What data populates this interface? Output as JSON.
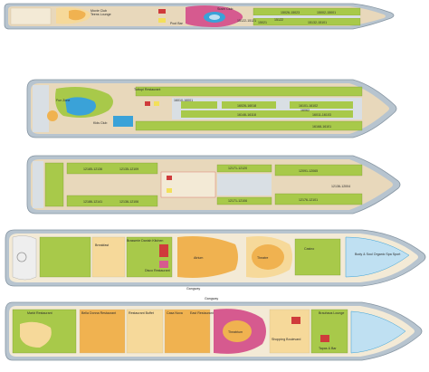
{
  "colors": {
    "hull": "#b7c4cf",
    "hull_dark": "#8796a3",
    "deck_wood": "#e8d8bb",
    "cabin_green": "#a8c94a",
    "cabin_green_dark": "#7fa832",
    "cabin_lines": "#6d8f2a",
    "corridor": "#d9dfe4",
    "pink": "#d65a8f",
    "orange": "#f0b250",
    "light_orange": "#f6d99a",
    "blue_pool": "#3aa2d8",
    "light_blue": "#bfe0f2",
    "red": "#cf3b3b",
    "yellow": "#f3e05a",
    "brown": "#9b6b45"
  },
  "decks": [
    {
      "labels": [
        {
          "id": "movie-club",
          "text": "Movie Club"
        },
        {
          "id": "teens-lounge",
          "text": "Teens Lounge"
        },
        {
          "id": "pool-bar",
          "text": "Pool Bar"
        },
        {
          "id": "sushi-club",
          "text": "Sushi Club"
        },
        {
          "id": "c1",
          "text": "15026-15023"
        },
        {
          "id": "c2",
          "text": "15122-15121"
        },
        {
          "id": "c3",
          "text": "15021"
        },
        {
          "id": "c4",
          "text": "15122"
        },
        {
          "id": "c5",
          "text": "15132-15101"
        },
        {
          "id": "c6",
          "text": "15002-15001"
        }
      ]
    },
    {
      "labels": [
        {
          "id": "fun-zone",
          "text": "Fun Zone"
        },
        {
          "id": "kids-club",
          "text": "Kids Club"
        },
        {
          "id": "tuttopi",
          "text": "Tuttopi Restaurant"
        },
        {
          "id": "c1",
          "text": "16010-16001"
        },
        {
          "id": "c2",
          "text": "16026-16018"
        },
        {
          "id": "c3",
          "text": "16146-16118"
        },
        {
          "id": "c4",
          "text": "16101-16102"
        },
        {
          "id": "c5",
          "text": "16011-16103"
        },
        {
          "id": "c6",
          "text": "16062"
        },
        {
          "id": "c7",
          "text": "16168-16101"
        }
      ]
    },
    {
      "labels": [
        {
          "id": "c1",
          "text": "12185-12136"
        },
        {
          "id": "c2",
          "text": "12135-12109"
        },
        {
          "id": "c3",
          "text": "12171-12120"
        },
        {
          "id": "c4",
          "text": "12186-12141"
        },
        {
          "id": "c5",
          "text": "12136-12106"
        },
        {
          "id": "c6",
          "text": "12171-12106"
        },
        {
          "id": "c7",
          "text": "12091-12065"
        },
        {
          "id": "c8",
          "text": "12176-12101"
        },
        {
          "id": "c9",
          "text": "12136-12004"
        }
      ]
    },
    {
      "labels": [
        {
          "id": "breakfast",
          "text": "Breakfast"
        },
        {
          "id": "brasserie",
          "text": "Brasserie Danish Kitchen"
        },
        {
          "id": "atrium",
          "text": "Atrium"
        },
        {
          "id": "theatre",
          "text": "Theatre"
        },
        {
          "id": "body-soul",
          "text": "Body & Soul Organic Spa Sport"
        },
        {
          "id": "gangway",
          "text": "Gangway"
        },
        {
          "id": "disco",
          "text": "Disco Restaurant"
        },
        {
          "id": "casino",
          "text": "Casino"
        }
      ]
    },
    {
      "labels": [
        {
          "id": "markt",
          "text": "Markt Restaurant"
        },
        {
          "id": "bella-donna",
          "text": "Bella Donna Restaurant"
        },
        {
          "id": "restaurant-buffet",
          "text": "Restaurant Buffet"
        },
        {
          "id": "casa-nova",
          "text": "Casa Nova"
        },
        {
          "id": "east-restaurant",
          "text": "East Restaurant"
        },
        {
          "id": "brauhaus",
          "text": "Brauhaus Lounge"
        },
        {
          "id": "tapas-bar",
          "text": "Tapas & Bar"
        },
        {
          "id": "gangway",
          "text": "Gangway"
        },
        {
          "id": "theatrium",
          "text": "Theatrium"
        },
        {
          "id": "shopping",
          "text": "Shopping Boulevard"
        }
      ]
    }
  ]
}
